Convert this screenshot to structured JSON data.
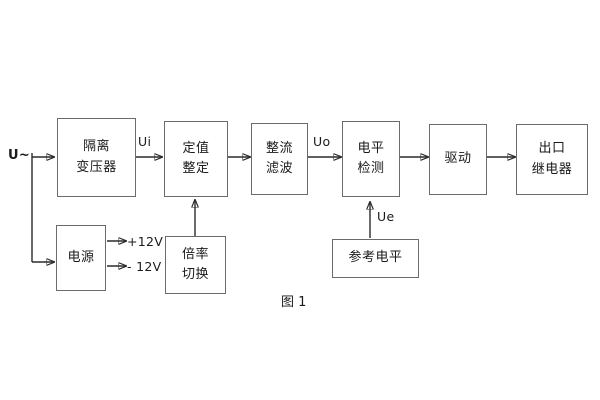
{
  "figure": {
    "caption": "图 1",
    "input_label": "U~"
  },
  "blocks": [
    {
      "id": "isolation-transformer",
      "line1": "隔离",
      "line2": "变压器"
    },
    {
      "id": "setting-adjust",
      "line1": "定值",
      "line2": "整定"
    },
    {
      "id": "rectify-filter",
      "line1": "整流",
      "line2": "滤波"
    },
    {
      "id": "level-detection",
      "line1": "电平",
      "line2": "检测"
    },
    {
      "id": "drive",
      "line1": "驱动",
      "line2": ""
    },
    {
      "id": "output-relay",
      "line1": "出口",
      "line2": "继电器"
    },
    {
      "id": "power-supply",
      "line1": "电源",
      "line2": ""
    },
    {
      "id": "multiplier-switch",
      "line1": "倍率",
      "line2": "切换"
    },
    {
      "id": "reference-level",
      "line1": "参考电平",
      "line2": ""
    }
  ],
  "signals": {
    "ui": "Ui",
    "uo": "Uo",
    "ue": "Ue",
    "positive_rail": "+12V",
    "negative_rail": "- 12V"
  }
}
